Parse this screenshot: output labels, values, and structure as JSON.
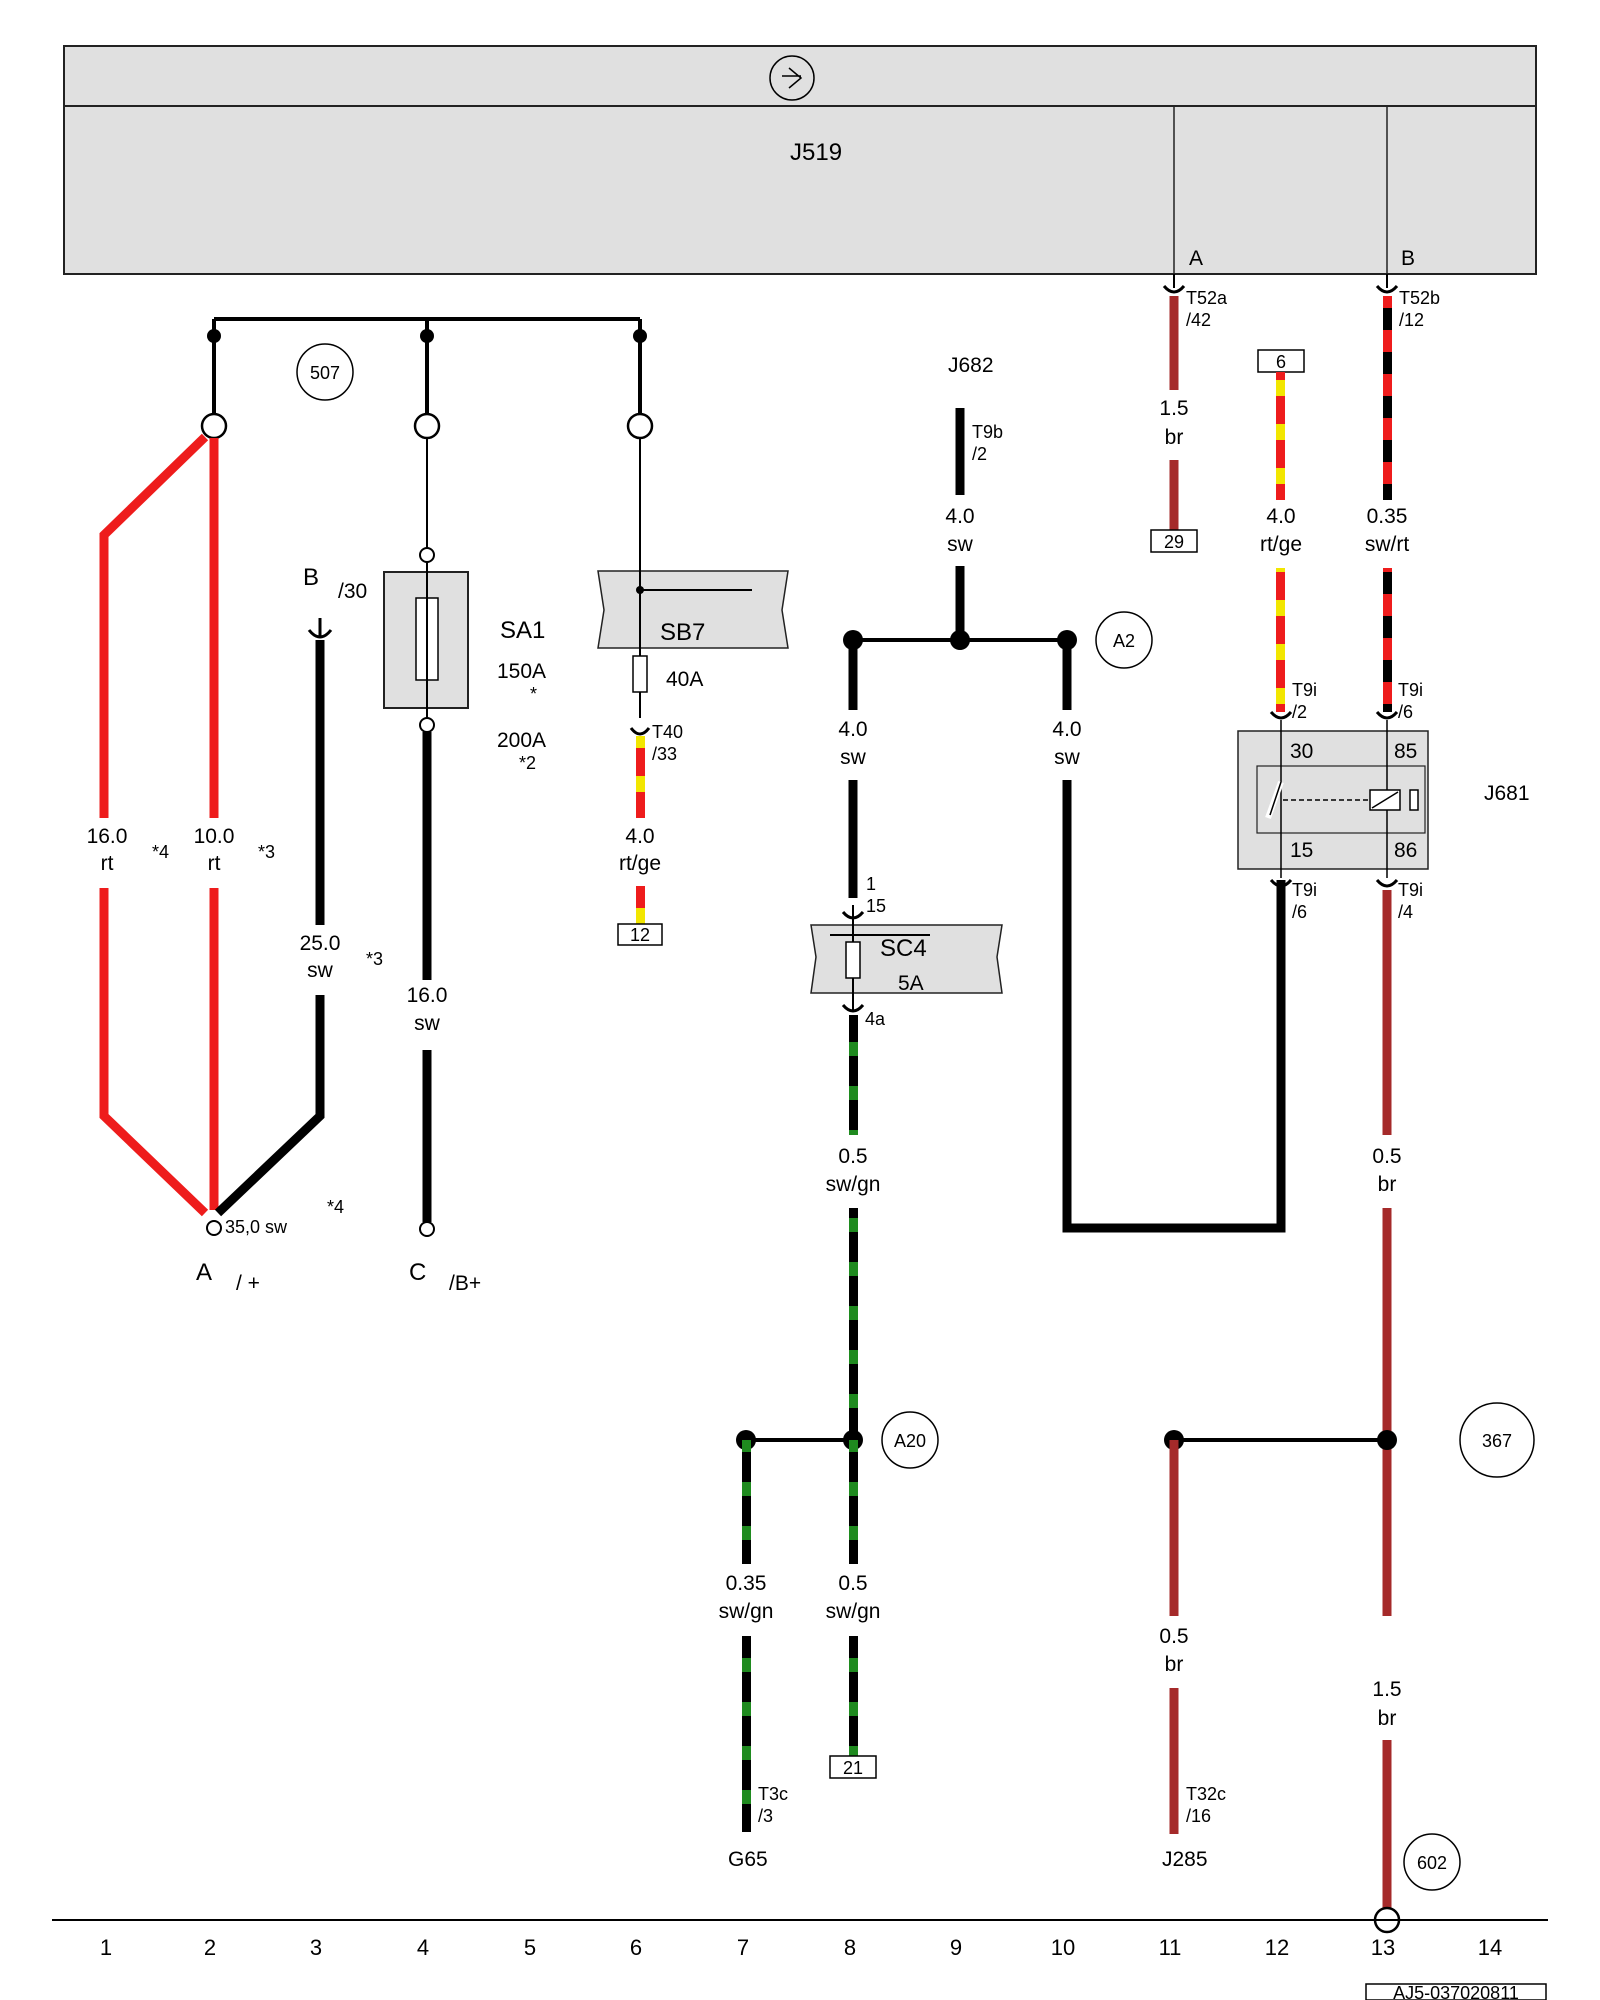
{
  "module": {
    "name": "J519",
    "pin_a": "A",
    "pin_b": "B"
  },
  "refs": {
    "r507": "507",
    "rA2": "A2",
    "rA20": "A20",
    "r367": "367",
    "r602": "602"
  },
  "terminals": {
    "a": "A",
    "a_sub": "/ +",
    "c": "C",
    "c_sub": "/B+",
    "b": "B",
    "b_sub": "/30",
    "a_wire": "35,0 sw"
  },
  "components": {
    "sa1": {
      "name": "SA1",
      "rating1": "150A",
      "note1": "*",
      "rating2": "200A",
      "note2": "*2"
    },
    "sb7": {
      "name": "SB7",
      "rating": "40A",
      "conn": "T40",
      "conn_pin": "/33"
    },
    "sc4": {
      "name": "SC4",
      "rating": "5A",
      "pin_in_a": "1",
      "pin_in_b": "15",
      "pin_out": "4a"
    },
    "j682": {
      "name": "J682",
      "conn": "T9b",
      "conn_pin": "/2"
    },
    "j681": {
      "name": "J681",
      "pin30": "30",
      "pin85": "85",
      "pin15": "15",
      "pin86": "86",
      "in_a_conn": "T9i",
      "in_a_pin": "/2",
      "in_b_conn": "T9i",
      "in_b_pin": "/6",
      "out_a_conn": "T9i",
      "out_a_pin": "/6",
      "out_b_conn": "T9i",
      "out_b_pin": "/4"
    },
    "g65": {
      "name": "G65",
      "conn": "T3c",
      "conn_pin": "/3"
    },
    "j285": {
      "name": "J285",
      "conn": "T32c",
      "conn_pin": "/16"
    },
    "t52a": {
      "conn": "T52a",
      "pin": "/42"
    },
    "t52b": {
      "conn": "T52b",
      "pin": "/12"
    }
  },
  "boxes": {
    "b29": "29",
    "b6": "6",
    "b12": "12",
    "b21": "21"
  },
  "wires": {
    "w16rt": {
      "size": "16.0",
      "color": "rt",
      "note": "*4"
    },
    "w10rt": {
      "size": "10.0",
      "color": "rt",
      "note": "*3"
    },
    "w25sw": {
      "size": "25.0",
      "color": "sw",
      "note": "*3"
    },
    "note_a": "*4",
    "w16sw": {
      "size": "16.0",
      "color": "sw"
    },
    "w4rtge": {
      "size": "4.0",
      "color": "rt/ge"
    },
    "wj682": {
      "size": "4.0",
      "color": "sw"
    },
    "w8sw": {
      "size": "4.0",
      "color": "sw"
    },
    "w10sw": {
      "size": "4.0",
      "color": "sw"
    },
    "w8swgn": {
      "size": "0.5",
      "color": "sw/gn"
    },
    "w7swgn": {
      "size": "0.35",
      "color": "sw/gn"
    },
    "w8swgn_low": {
      "size": "0.5",
      "color": "sw/gn"
    },
    "w11br": {
      "size": "1.5",
      "color": "br"
    },
    "w12rtge": {
      "size": "4.0",
      "color": "rt/ge"
    },
    "w13swrt": {
      "size": "0.35",
      "color": "sw/rt"
    },
    "w13br": {
      "size": "0.5",
      "color": "br"
    },
    "w11br_low": {
      "size": "0.5",
      "color": "br"
    },
    "w13br_low": {
      "size": "1.5",
      "color": "br"
    }
  },
  "columns": [
    "1",
    "2",
    "3",
    "4",
    "5",
    "6",
    "7",
    "8",
    "9",
    "10",
    "11",
    "12",
    "13",
    "14"
  ],
  "footer": {
    "code": "AJ5-037020811"
  },
  "colors": {
    "red": "#ee1c1c",
    "black": "#000000",
    "yellow": "#f2e600",
    "green": "#1f8a1f",
    "brown": "#a52a2a",
    "grey": "#e0e0e0"
  },
  "icons": [
    "ground-symbol-icon",
    "fuse-icon",
    "relay-coil-icon",
    "switch-contact-icon"
  ]
}
